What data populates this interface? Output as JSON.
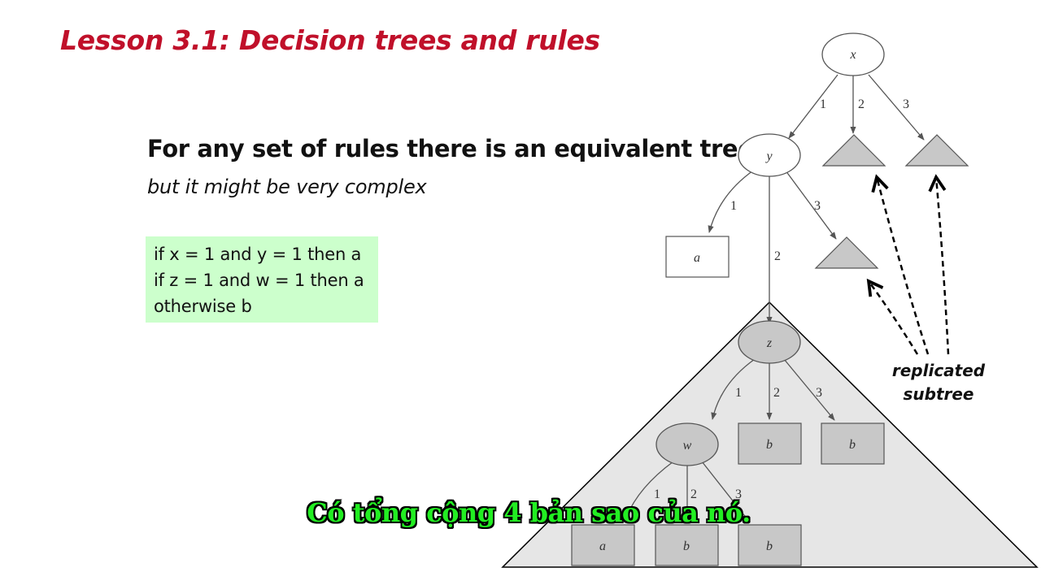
{
  "slide": {
    "title": "Lesson 3.1: Decision trees and rules",
    "heading": "For any set of rules there is an equivalent tree",
    "subheading": "but it might be very complex",
    "rules": [
      "if x = 1 and y = 1 then a",
      "if z = 1 and w = 1 then a",
      "otherwise b"
    ]
  },
  "diagram": {
    "nodes": {
      "x": "x",
      "y": "y",
      "z": "z",
      "w": "w",
      "leaf_y1": "a",
      "leaf_z2": "b",
      "leaf_z3": "b",
      "leaf_w1": "a",
      "leaf_w2": "b",
      "leaf_w3": "b"
    },
    "edges": {
      "x1": "1",
      "x2": "2",
      "x3": "3",
      "y1": "1",
      "y2": "2",
      "y3": "3",
      "z1": "1",
      "z2": "2",
      "z3": "3",
      "w1": "1",
      "w2": "2",
      "w3": "3"
    },
    "callout": [
      "replicated",
      "subtree"
    ]
  },
  "caption": "Có tổng cộng 4 bản sao của nó.",
  "colors": {
    "title": "#c0102a",
    "rules_background": "#ccffcc",
    "caption_text": "#22ee22",
    "subtree_fill": "#c8c8c8",
    "replicated_region": "#e6e6e6"
  }
}
